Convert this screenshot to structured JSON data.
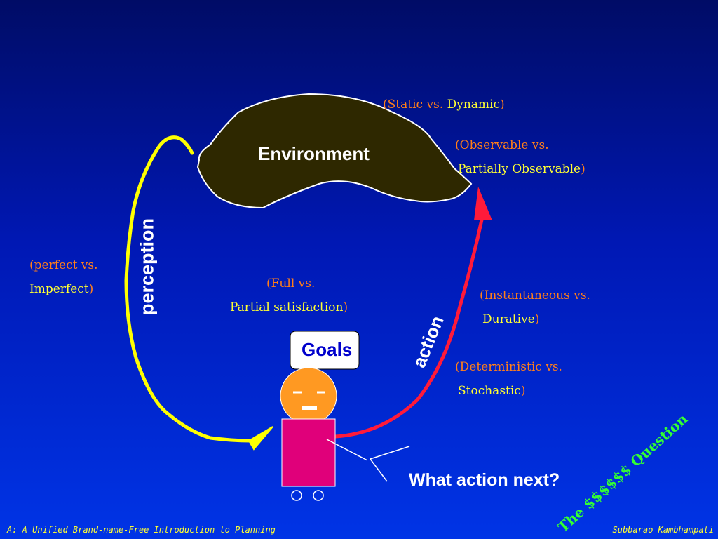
{
  "environment": {
    "label": "Environment"
  },
  "goals": {
    "label": "Goals"
  },
  "edges": {
    "perception": "perception",
    "action": "action"
  },
  "question": "What action next?",
  "tagline": "The $$$$$$ Question",
  "labels": {
    "static": {
      "a": "Static vs. ",
      "b": "Dynamic"
    },
    "observable": {
      "a": "Observable vs.",
      "b": "Partially Observable"
    },
    "perfect": {
      "a": "perfect vs.",
      "b": "Imperfect"
    },
    "full": {
      "a": "Full vs.",
      "b": "Partial satisfaction"
    },
    "instantaneous": {
      "a": "Instantaneous vs.",
      "b": "Durative"
    },
    "deterministic": {
      "a": "Deterministic vs.",
      "b": "Stochastic"
    }
  },
  "footer": {
    "left": "A: A  Unified Brand-name-Free Introduction to Planning",
    "right": "Subbarao Kambhampati"
  },
  "colors": {
    "perception_arrow": "#ffff00",
    "action_arrow": "#ff1a3a",
    "environment_fill": "#2e2800",
    "agent_body": "#e0007a",
    "agent_head": "#ff9922",
    "tagline": "#33ff33"
  }
}
